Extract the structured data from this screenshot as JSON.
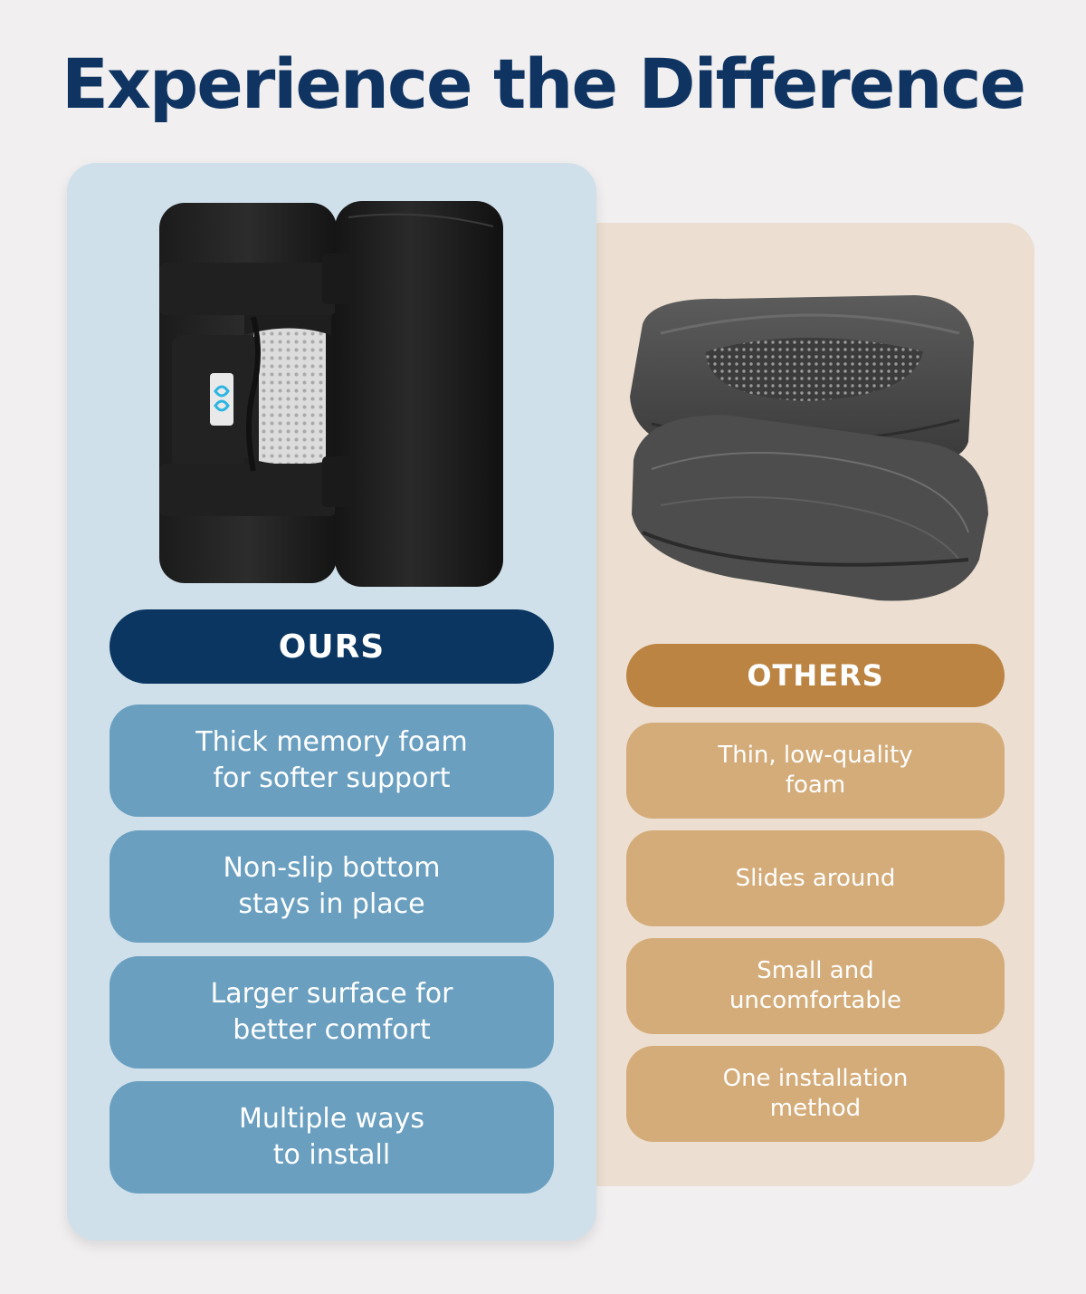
{
  "headline": "Experience the Difference",
  "ours": {
    "label": "OURS",
    "product_image": "armrest-pads-memory-foam-black",
    "features": [
      "Thick memory foam\nfor softer support",
      "Non-slip bottom\nstays in place",
      "Larger surface for\nbetter comfort",
      "Multiple ways\nto install"
    ]
  },
  "others": {
    "label": "OTHERS",
    "product_image": "thin-armrest-covers-gray",
    "features": [
      "Thin, low-quality\nfoam",
      "Slides around",
      "Small and\nuncomfortable",
      "One installation\nmethod"
    ]
  },
  "colors": {
    "background": "#f1eff0",
    "headline": "#0f3462",
    "ours_panel": "#cfe0ea",
    "ours_header": "#0a3661",
    "ours_item": "#6a9fc0",
    "others_panel": "#ecdfd1",
    "others_header": "#bb8442",
    "others_item": "#d4ac7a"
  }
}
